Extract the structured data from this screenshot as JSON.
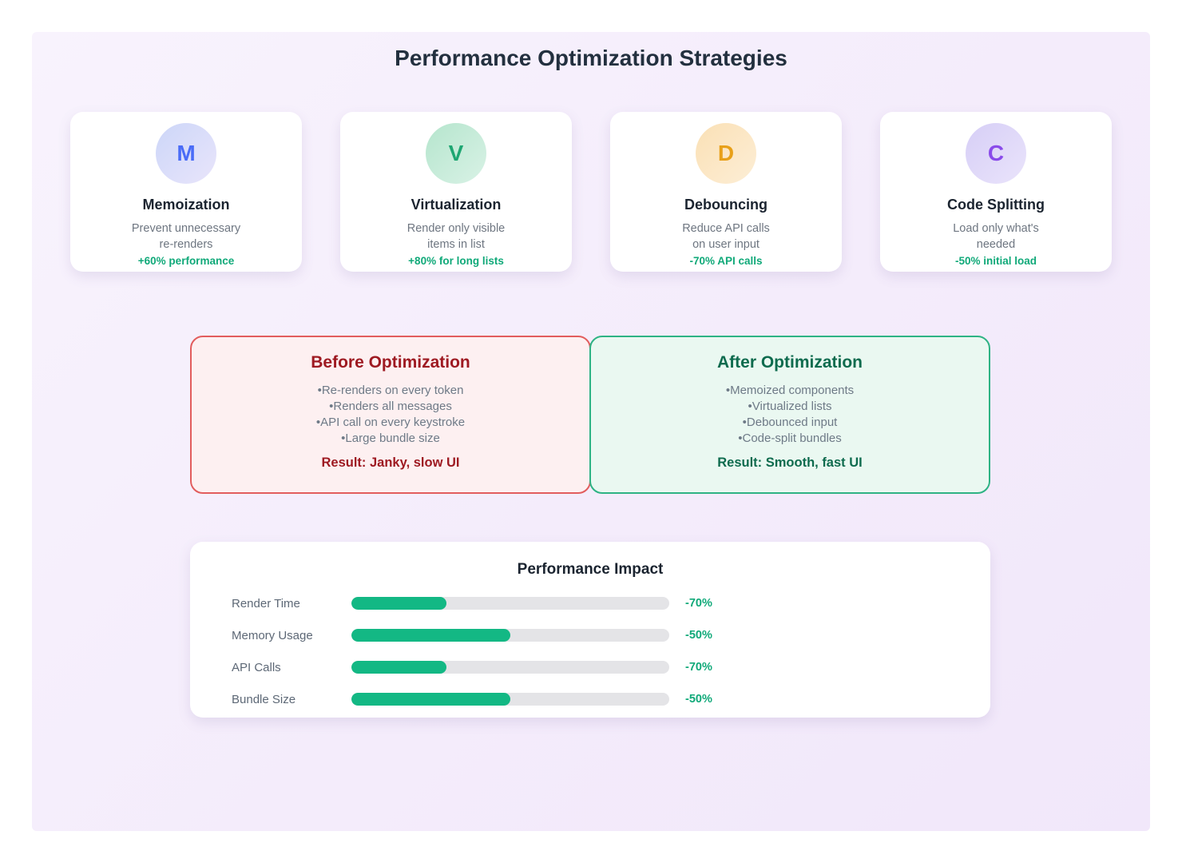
{
  "page": {
    "title": "Performance Optimization Strategies"
  },
  "strategies": [
    {
      "letter": "M",
      "name": "Memoization",
      "desc_line1": "Prevent unnecessary",
      "desc_line2": "re-renders",
      "stat": "+60% performance"
    },
    {
      "letter": "V",
      "name": "Virtualization",
      "desc_line1": "Render only visible",
      "desc_line2": "items in list",
      "stat": "+80% for long lists"
    },
    {
      "letter": "D",
      "name": "Debouncing",
      "desc_line1": "Reduce API calls",
      "desc_line2": "on user input",
      "stat": "-70% API calls"
    },
    {
      "letter": "C",
      "name": "Code Splitting",
      "desc_line1": "Load only what's",
      "desc_line2": "needed",
      "stat": "-50% initial load"
    }
  ],
  "comparison": {
    "before": {
      "title": "Before Optimization",
      "items": [
        "Re-renders on every token",
        "Renders all messages",
        "API call on every keystroke",
        "Large bundle size"
      ],
      "result": "Result: Janky, slow UI"
    },
    "after": {
      "title": "After Optimization",
      "items": [
        "Memoized components",
        "Virtualized lists",
        "Debounced input",
        "Code-split bundles"
      ],
      "result": "Result: Smooth, fast UI"
    }
  },
  "chart_data": {
    "type": "bar",
    "orientation": "horizontal",
    "title": "Performance Impact",
    "categories": [
      "Render Time",
      "Memory Usage",
      "API Calls",
      "Bundle Size"
    ],
    "values": [
      -70,
      -50,
      -70,
      -50
    ],
    "value_labels": [
      "-70%",
      "-50%",
      "-70%",
      "-50%"
    ],
    "bar_fill_percent": [
      30,
      50,
      30,
      50
    ],
    "xlabel": "",
    "ylabel": "",
    "legend": false,
    "grid": false
  },
  "colors": {
    "panel_background": "#f4ecfb",
    "bar_fill_green": "#13b884",
    "bar_track_gray": "#e4e4e7",
    "stat_green": "#10a979",
    "before_border_red": "#e25d5d",
    "before_background": "#fdf0f1",
    "before_text_dark_red": "#9e1a22",
    "after_border_green": "#2eb384",
    "after_background": "#eaf8f1",
    "after_text_dark_green": "#0e6b4e",
    "memoization_letter": "#4a6cf7",
    "virtualization_letter": "#1ea672",
    "debouncing_letter": "#e8a019",
    "code_splitting_letter": "#8a4bea",
    "title_dark": "#23303f"
  }
}
